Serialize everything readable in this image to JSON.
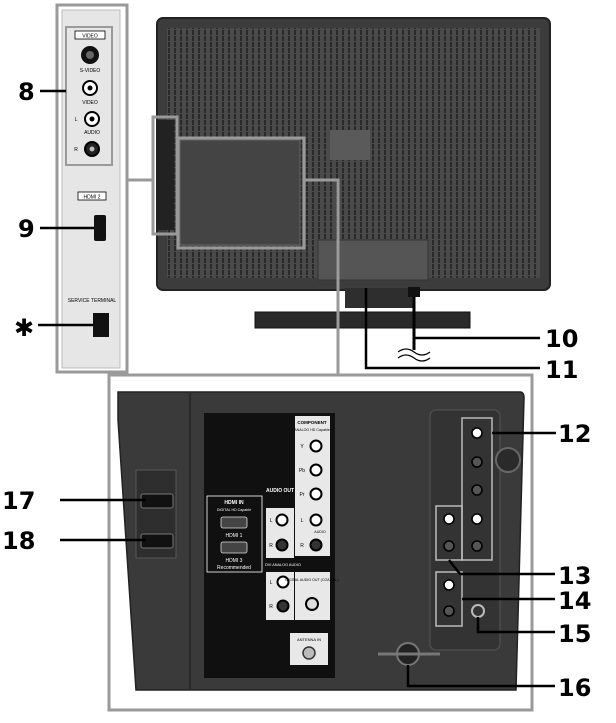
{
  "side_panel": {
    "video_header": "VIDEO",
    "svideo": "S-VIDEO",
    "video": "VIDEO",
    "audio": "AUDIO",
    "l": "L",
    "r": "R",
    "hdmi2": "HDMI 2",
    "service_terminal": "SERVICE TERMINAL"
  },
  "rear_panel": {
    "hdmi_in": "HDMI IN",
    "hdmi_cap": "DIGITAL HD Capable",
    "hdmi1": "HDMI 1",
    "hdmi3": "HDMI 3",
    "recommended": "Recommended",
    "audio_out": "AUDIO OUT",
    "component": "COMPONENT",
    "component_sub": "ANALOG HD Capable",
    "y": "Y",
    "pb": "Pb",
    "pr": "Pr",
    "l": "L",
    "r": "R",
    "audio": "AUDIO",
    "dvi_analog_audio": "DVI ANALOG AUDIO",
    "digital_audio_out": "DIGITAL AUDIO OUT (COAXIAL)",
    "antenna_in": "ANTENNA IN"
  },
  "callouts": {
    "c8": "8",
    "c9": "9",
    "star": "✱",
    "c10": "10",
    "c11": "11",
    "c12": "12",
    "c13": "13",
    "c14": "14",
    "c15": "15",
    "c16": "16",
    "c17": "17",
    "c18": "18"
  },
  "colors": {
    "outline_gray": "#9a9a9a",
    "tv_body": "#3a3a3a",
    "panel_black": "#111111",
    "label_white": "#ffffff"
  }
}
